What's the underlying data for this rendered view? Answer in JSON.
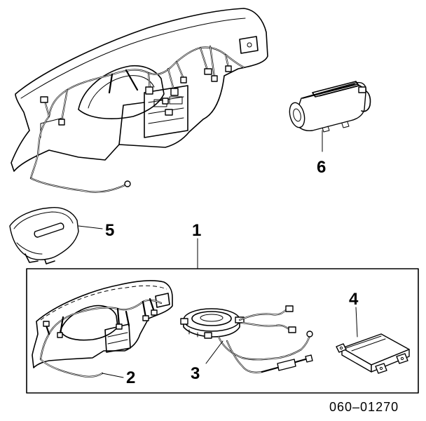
{
  "diagram": {
    "document_number": "060–01270",
    "callouts": {
      "kit": "1",
      "harness": "2",
      "clockspring": "3",
      "module": "4",
      "steering_cover": "5",
      "passenger_airbag": "6"
    }
  }
}
